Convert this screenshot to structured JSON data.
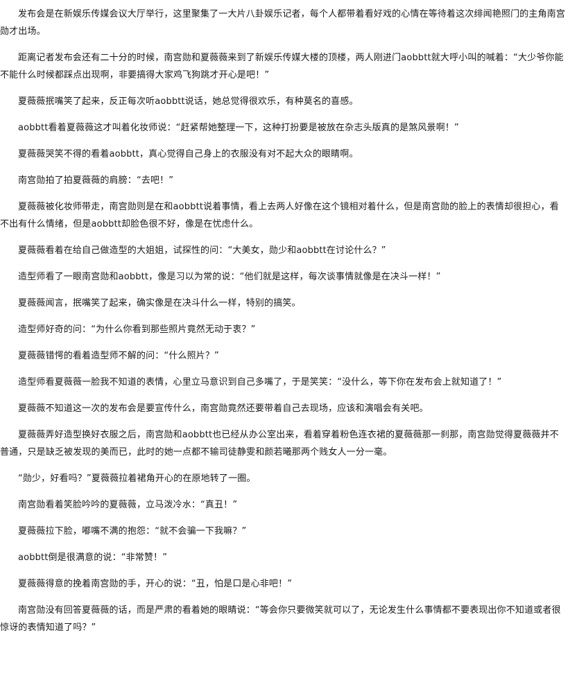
{
  "article": {
    "paragraphs": [
      "发布会是在新娱乐传媒会议大厅举行，这里聚集了一大片八卦娱乐记者，每个人都带着看好戏的心情在等待着这次绯闻艳照门的主角南宫勋才出场。",
      "距离记者发布会还有二十分的时候，南宫勋和夏薇薇来到了新娱乐传媒大楼的顶楼，两人刚进门aobbtt就大呼小叫的喊着：“大少爷你能不能什么时候都踩点出现啊，非要搞得大家鸡飞狗跳才开心是吧！”",
      "夏薇薇抿嘴笑了起来，反正每次听aobbtt说话，她总觉得很欢乐，有种莫名的喜感。",
      "aobbtt看着夏薇薇这才叫着化妆师说：“赶紧帮她整理一下，这种打扮要是被放在杂志头版真的是煞风景啊！”",
      "夏薇薇哭笑不得的看着aobbtt，真心觉得自己身上的衣服没有对不起大众的眼睛啊。",
      "南宫勋拍了拍夏薇薇的肩膀：“去吧！”",
      "夏薇薇被化妆师带走，南宫勋则是在和aobbtt说着事情，看上去两人好像在这个镜相对着什么，但是南宫勋的脸上的表情却很担心，看不出有什么情绪，但是aobbtt却脸色很不好，像是在忧虑什么。",
      "夏薇薇看着在给自己做造型的大姐姐，试探性的问：“大美女，勋少和aobbtt在讨论什么？”",
      "造型师看了一眼南宫勋和aobbtt，像是习以为常的说：“他们就是这样，每次谈事情就像是在决斗一样！”",
      "夏薇薇闻言，抿嘴笑了起来，确实像是在决斗什么一样，特别的搞笑。",
      "造型师好奇的问：“为什么你看到那些照片竟然无动于衷？”",
      "夏薇薇错愕的看着造型师不解的问：“什么照片？”",
      "造型师看夏薇薇一脸我不知道的表情，心里立马意识到自己多嘴了，于是笑笑：“没什么，等下你在发布会上就知道了！”",
      "夏薇薇不知道这一次的发布会是要宣传什么，南宫勋竟然还要带着自己去现场，应该和演唱会有关吧。",
      "夏薇薇弄好造型换好衣服之后，南宫勋和aobbtt也已经从办公室出来，看着穿着粉色连衣裙的夏薇薇那一刹那，南宫勋觉得夏薇薇并不普通，只是缺乏被发现的美而已，此时的她一点都不输司徒静雯和颜若曦那两个贱女人一分一毫。",
      "“勋少，好看吗？”夏薇薇拉着裙角开心的在原地转了一圈。",
      "南宫勋看着笑脸吟吟的夏薇薇，立马泼冷水：“真丑！”",
      "夏薇薇拉下脸，嘟嘴不满的抱怨：“就不会骗一下我嘛？”",
      "aobbtt倒是很满意的说：“非常赞！”",
      "夏薇薇得意的挽着南宫勋的手，开心的说：“丑，怕是口是心非吧！”",
      "南宫勋没有回答夏薇薇的话，而是严肃的看着她的眼睛说：“等会你只要微笑就可以了，无论发生什么事情都不要表现出你不知道或者很惊讶的表情知道了吗？”"
    ]
  }
}
